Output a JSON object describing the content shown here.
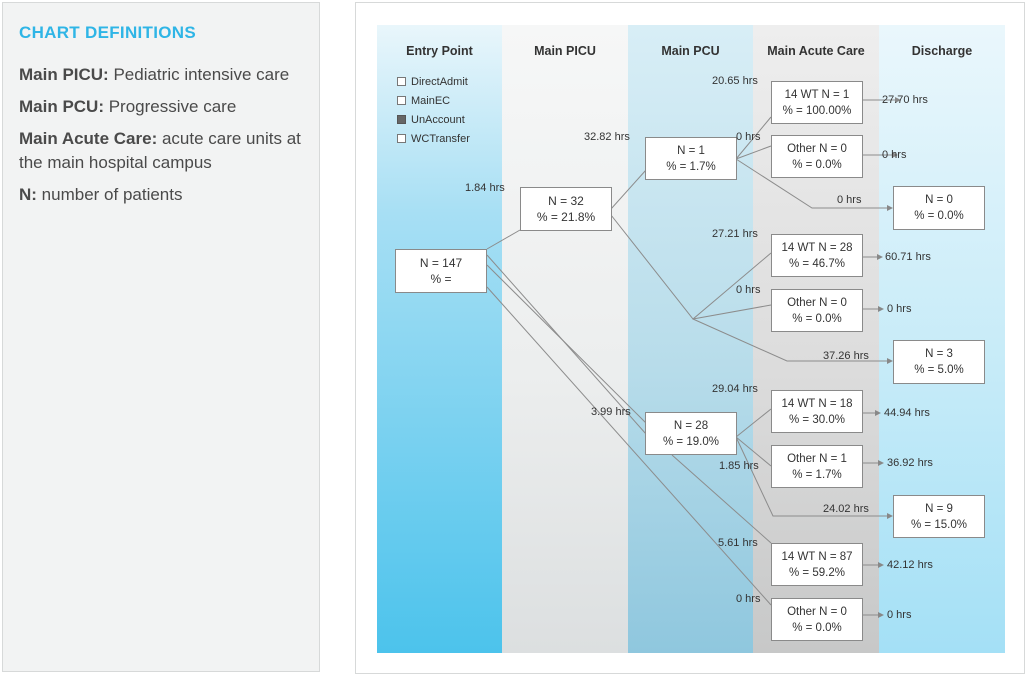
{
  "sidebar": {
    "title": "CHART DEFINITIONS",
    "definitions": [
      {
        "term": "Main PICU:",
        "text": " Pediatric intensive care"
      },
      {
        "term": "Main PCU:",
        "text": " Progressive care"
      },
      {
        "term": "Main Acute Care:",
        "text": " acute care units at the main hospital campus"
      },
      {
        "term": "N:",
        "text": " number of patients"
      }
    ]
  },
  "columns": [
    "Entry Point",
    "Main PICU",
    "Main PCU",
    "Main Acute Care",
    "Discharge"
  ],
  "legend": [
    {
      "label": "DirectAdmit",
      "filled": false
    },
    {
      "label": "MainEC",
      "filled": false
    },
    {
      "label": "UnAccount",
      "filled": true
    },
    {
      "label": "WCTransfer",
      "filled": false
    }
  ],
  "nodes": {
    "entry": {
      "line1": "N = 147",
      "line2": "% ="
    },
    "picu": {
      "line1": "N = 32",
      "line2": "% = 21.8%"
    },
    "pcu1": {
      "line1": "N = 1",
      "line2": "% = 1.7%"
    },
    "pcu2": {
      "line1": "N = 28",
      "line2": "% = 19.0%"
    },
    "ac_wt1": {
      "line1": "14 WT N = 1",
      "line2": "% = 100.00%"
    },
    "ac_other1": {
      "line1": "Other N = 0",
      "line2": "% = 0.0%"
    },
    "ac_wt2": {
      "line1": "14 WT N = 28",
      "line2": "% = 46.7%"
    },
    "ac_other2": {
      "line1": "Other N = 0",
      "line2": "% = 0.0%"
    },
    "ac_wt3": {
      "line1": "14 WT N = 18",
      "line2": "% = 30.0%"
    },
    "ac_other3": {
      "line1": "Other N = 1",
      "line2": "% = 1.7%"
    },
    "ac_wt4": {
      "line1": "14 WT N = 87",
      "line2": "% = 59.2%"
    },
    "ac_other4": {
      "line1": "Other N = 0",
      "line2": "% = 0.0%"
    },
    "dis1": {
      "line1": "N = 0",
      "line2": "% = 0.0%"
    },
    "dis2": {
      "line1": "N = 3",
      "line2": "% = 5.0%"
    },
    "dis3": {
      "line1": "N = 9",
      "line2": "% = 15.0%"
    }
  },
  "durations": {
    "entry_to_picu": "1.84 hrs",
    "picu_to_pcu1": "32.82 hrs",
    "pcu1_to_wt1": "20.65 hrs",
    "pcu1_to_other1": "0 hrs",
    "pcu1_to_dis1": "0 hrs",
    "wt1_out": "27.70 hrs",
    "other1_out": "0 hrs",
    "picu_to_wt2": "27.21 hrs",
    "picu_to_other2": "0 hrs",
    "picu_to_dis2": "37.26 hrs",
    "wt2_out": "60.71 hrs",
    "other2_out": "0 hrs",
    "entry_to_pcu2": "3.99 hrs",
    "pcu2_to_wt3": "29.04 hrs",
    "pcu2_to_other3": "1.85 hrs",
    "pcu2_to_dis3": "24.02 hrs",
    "wt3_out": "44.94 hrs",
    "other3_out": "36.92 hrs",
    "entry_to_wt4": "5.61 hrs",
    "entry_to_other4": "0 hrs",
    "wt4_out": "42.12 hrs",
    "other4_out": "0 hrs"
  },
  "colors": {
    "accent": "#2fb5e6",
    "edge": "#888888"
  }
}
